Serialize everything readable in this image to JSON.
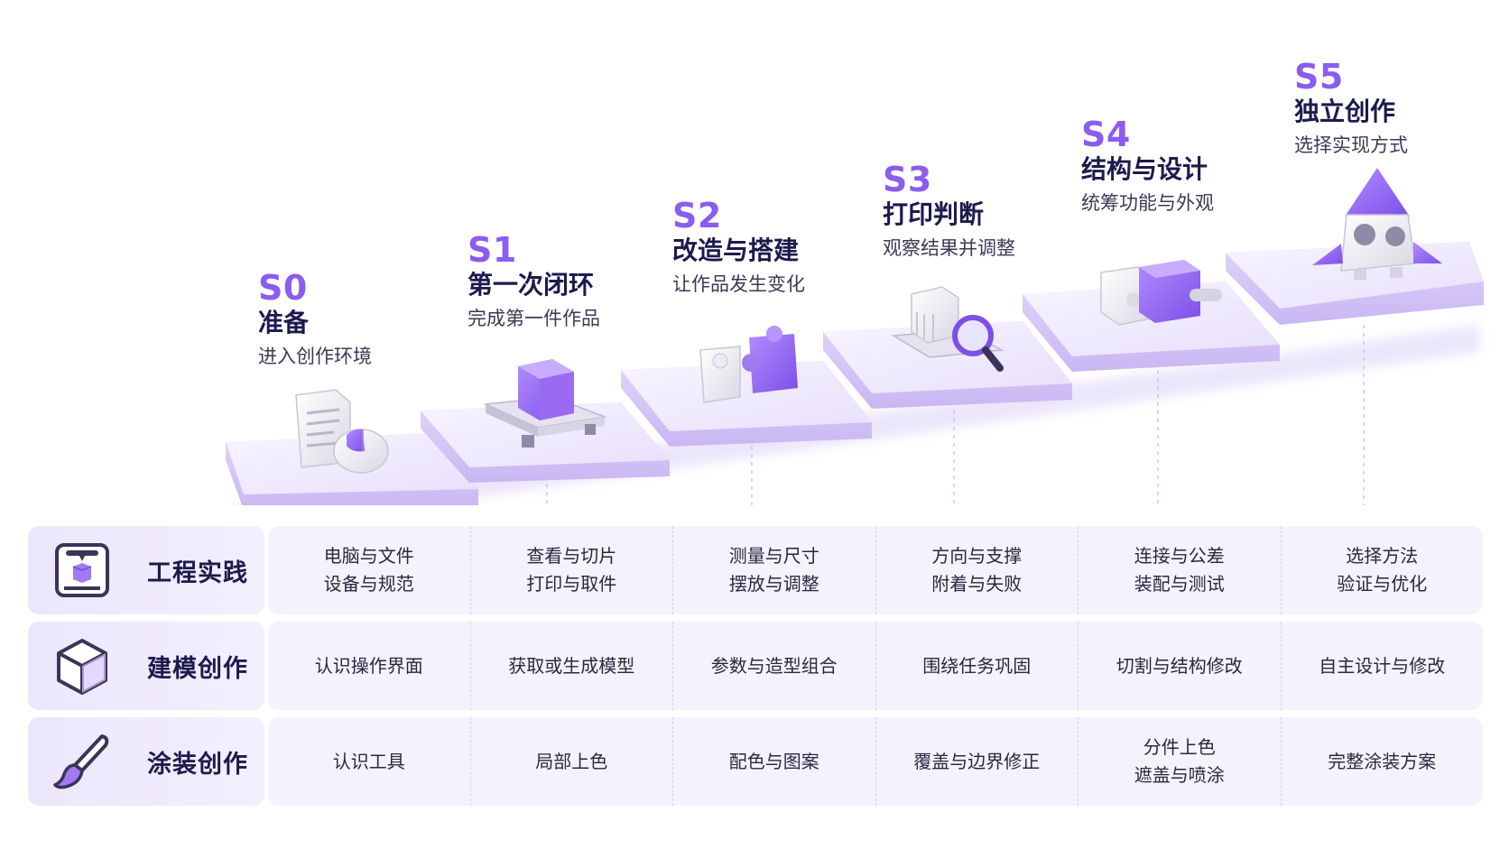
{
  "stages": [
    {
      "code": "S0",
      "title": "准备",
      "subtitle": "进入创作环境",
      "icon": "document-and-mouse-icon"
    },
    {
      "code": "S1",
      "title": "第一次闭环",
      "subtitle": "完成第一件作品",
      "icon": "cube-on-print-bed-icon"
    },
    {
      "code": "S2",
      "title": "改造与搭建",
      "subtitle": "让作品发生变化",
      "icon": "puzzle-blocks-icon"
    },
    {
      "code": "S3",
      "title": "打印判断",
      "subtitle": "观察结果并调整",
      "icon": "print-with-magnifier-icon"
    },
    {
      "code": "S4",
      "title": "结构与设计",
      "subtitle": "统筹功能与外观",
      "icon": "connected-blocks-icon"
    },
    {
      "code": "S5",
      "title": "独立创作",
      "subtitle": "选择实现方式",
      "icon": "rocket-icon"
    }
  ],
  "rows": [
    {
      "title": "工程实践",
      "icon": "3d-printer-icon",
      "cells": [
        [
          "电脑与文件",
          "设备与规范"
        ],
        [
          "查看与切片",
          "打印与取件"
        ],
        [
          "测量与尺寸",
          "摆放与调整"
        ],
        [
          "方向与支撑",
          "附着与失败"
        ],
        [
          "连接与公差",
          "装配与测试"
        ],
        [
          "选择方法",
          "验证与优化"
        ]
      ]
    },
    {
      "title": "建模创作",
      "icon": "cube-outline-icon",
      "cells": [
        [
          "认识操作界面"
        ],
        [
          "获取或生成模型"
        ],
        [
          "参数与造型组合"
        ],
        [
          "围绕任务巩固"
        ],
        [
          "切割与结构修改"
        ],
        [
          "自主设计与修改"
        ]
      ]
    },
    {
      "title": "涂装创作",
      "icon": "paintbrush-icon",
      "cells": [
        [
          "认识工具"
        ],
        [
          "局部上色"
        ],
        [
          "配色与图案"
        ],
        [
          "覆盖与边界修正"
        ],
        [
          "分件上色",
          "遮盖与喷涂"
        ],
        [
          "完整涂装方案"
        ]
      ]
    }
  ],
  "colors": {
    "accent": "#8a5cf0",
    "title": "#1d1a4d",
    "step_top": "#f1ecfd",
    "step_side": "#d4c5f7",
    "row_head": "#ece6fb",
    "row_body": "#f5f2fd"
  }
}
